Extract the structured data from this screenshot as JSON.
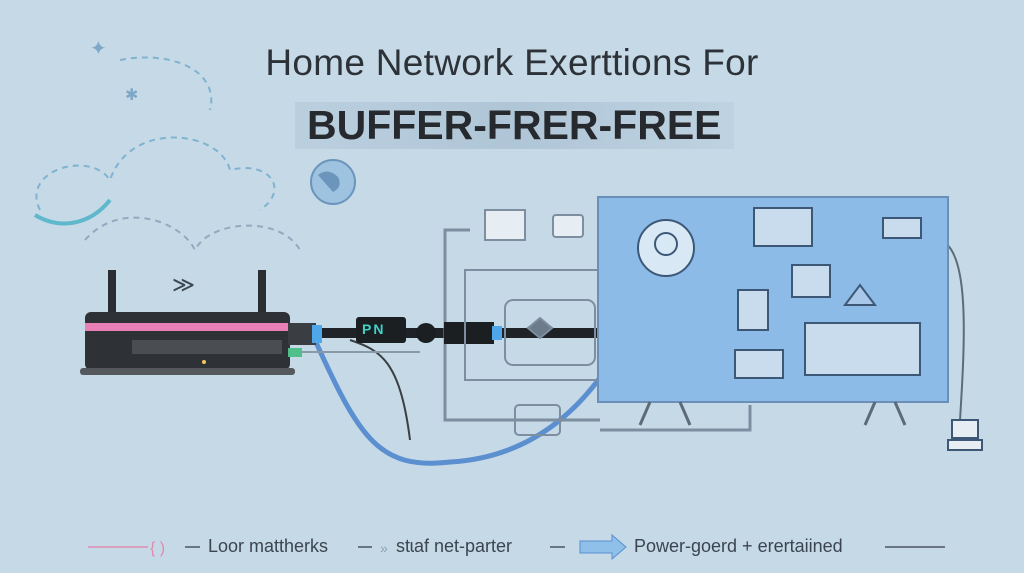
{
  "header": {
    "title": "Home Network Exerttions For",
    "subtitle": "BUFFER-FRER-FREE"
  },
  "diagram": {
    "adapter_label": "PN",
    "colors": {
      "background": "#c6d9e6",
      "router_accent": "#e87fb5",
      "screen": "#8cbbe8",
      "cable": "#5b8fd0"
    }
  },
  "legend": {
    "items": [
      {
        "label": "Loor mattherks",
        "icon": "pink-line-bracket-icon"
      },
      {
        "label": "stɩaf net-parter",
        "icon": "double-chevron-icon"
      },
      {
        "label": "Power-goerd + erertaiined",
        "icon": "blue-arrow-icon"
      }
    ]
  }
}
